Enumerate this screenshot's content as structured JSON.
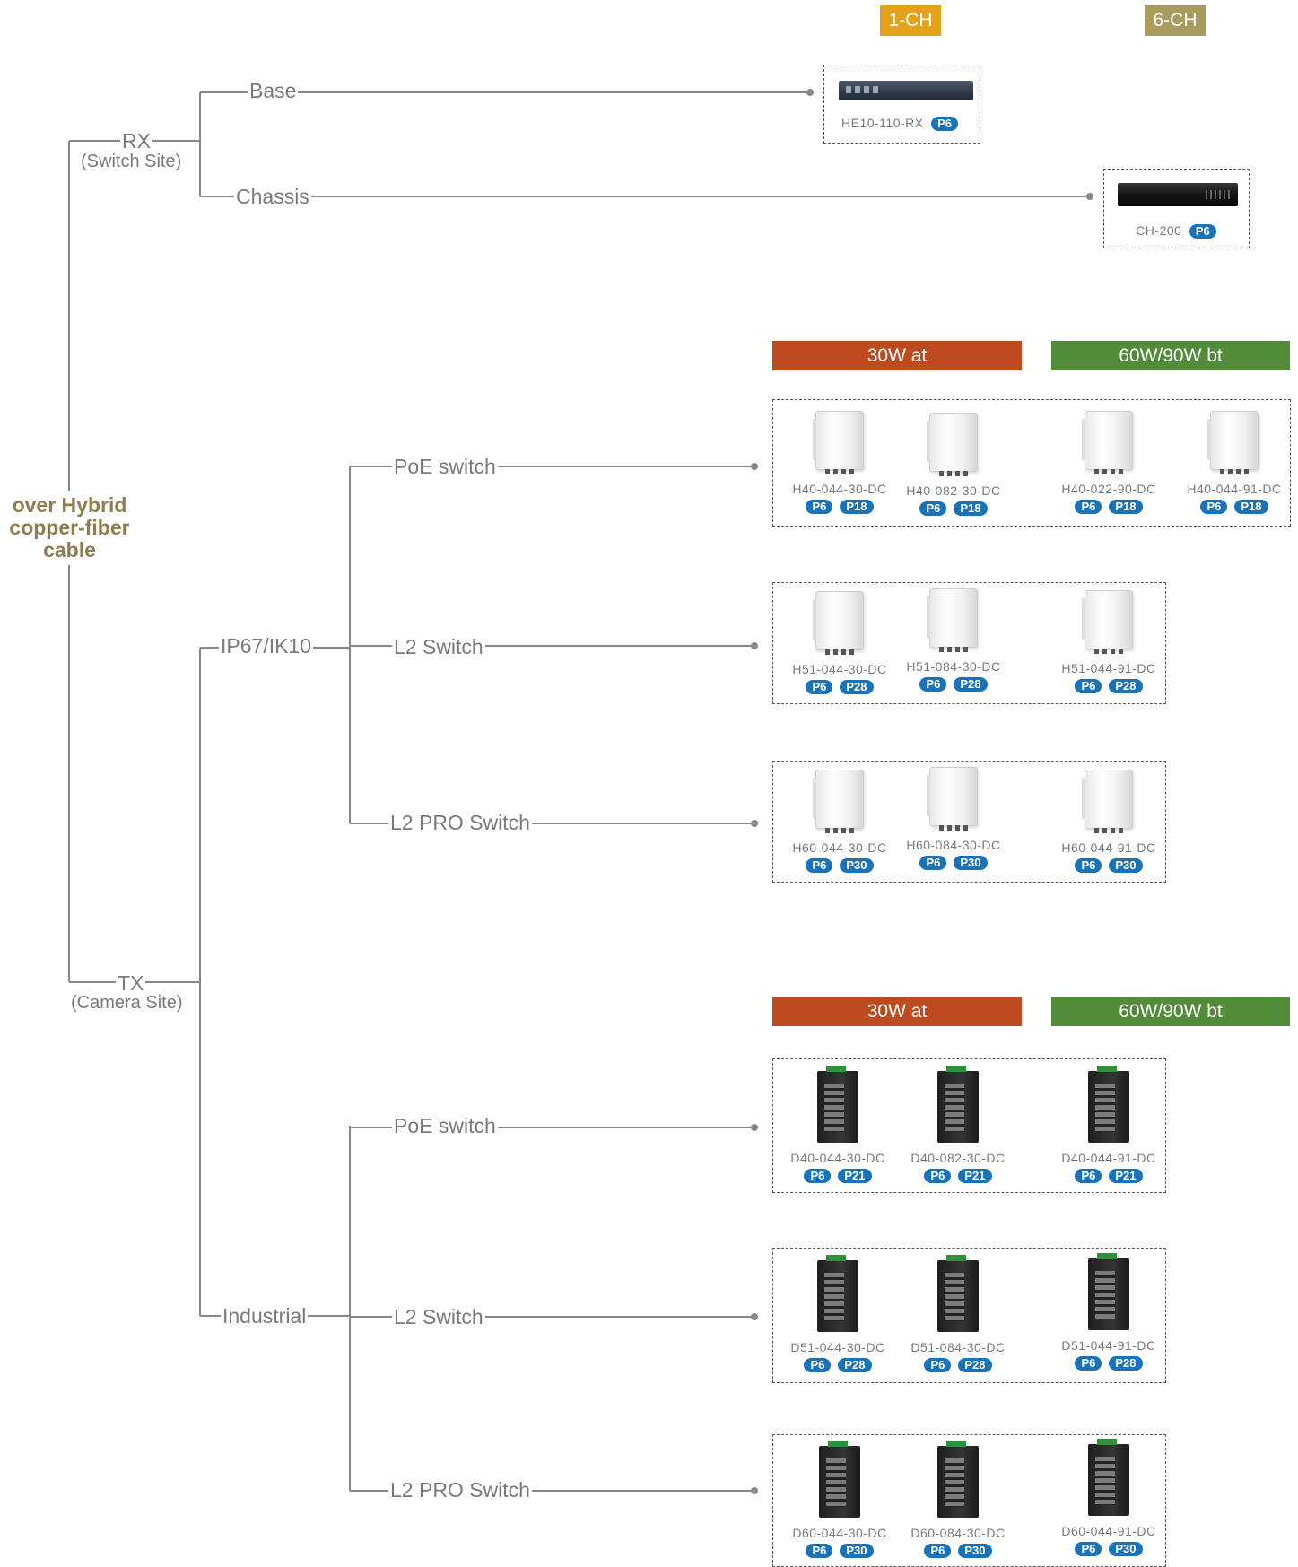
{
  "root_label": "over Hybrid copper-fiber cable",
  "rx": {
    "label": "RX",
    "sub": "(Switch Site)",
    "base": "Base",
    "chassis": "Chassis"
  },
  "tx": {
    "label": "TX",
    "sub": "(Camera Site)",
    "ip67": "IP67/IK10",
    "industrial": "Industrial"
  },
  "branches": {
    "poe": "PoE switch",
    "l2": "L2 Switch",
    "l2pro": "L2 PRO Switch"
  },
  "headers": {
    "ch1": "1-CH",
    "ch6": "6-CH",
    "at": "30W at",
    "bt": "60W/90W bt"
  },
  "colors": {
    "ch1": "#e3a21a",
    "ch6": "#a99a5d",
    "at": "#bd4b1f",
    "bt": "#528b3a",
    "tag": "#1a73b8",
    "line": "#888888",
    "root": "#8f7d4e"
  },
  "rx_products": {
    "base": {
      "name": "HE10-110-RX",
      "tags": [
        "P6"
      ]
    },
    "chassis": {
      "name": "CH-200",
      "tags": [
        "P6"
      ]
    }
  },
  "ip67_products": {
    "poe": [
      {
        "name": "H40-044-30-DC",
        "tags": [
          "P6",
          "P18"
        ]
      },
      {
        "name": "H40-082-30-DC",
        "tags": [
          "P6",
          "P18"
        ]
      },
      {
        "name": "H40-022-90-DC",
        "tags": [
          "P6",
          "P18"
        ]
      },
      {
        "name": "H40-044-91-DC",
        "tags": [
          "P6",
          "P18"
        ]
      }
    ],
    "l2": [
      {
        "name": "H51-044-30-DC",
        "tags": [
          "P6",
          "P28"
        ]
      },
      {
        "name": "H51-084-30-DC",
        "tags": [
          "P6",
          "P28"
        ]
      },
      {
        "name": "H51-044-91-DC",
        "tags": [
          "P6",
          "P28"
        ]
      }
    ],
    "l2pro": [
      {
        "name": "H60-044-30-DC",
        "tags": [
          "P6",
          "P30"
        ]
      },
      {
        "name": "H60-084-30-DC",
        "tags": [
          "P6",
          "P30"
        ]
      },
      {
        "name": "H60-044-91-DC",
        "tags": [
          "P6",
          "P30"
        ]
      }
    ]
  },
  "industrial_products": {
    "poe": [
      {
        "name": "D40-044-30-DC",
        "tags": [
          "P6",
          "P21"
        ]
      },
      {
        "name": "D40-082-30-DC",
        "tags": [
          "P6",
          "P21"
        ]
      },
      {
        "name": "D40-044-91-DC",
        "tags": [
          "P6",
          "P21"
        ]
      }
    ],
    "l2": [
      {
        "name": "D51-044-30-DC",
        "tags": [
          "P6",
          "P28"
        ]
      },
      {
        "name": "D51-084-30-DC",
        "tags": [
          "P6",
          "P28"
        ]
      },
      {
        "name": "D51-044-91-DC",
        "tags": [
          "P6",
          "P28"
        ]
      }
    ],
    "l2pro": [
      {
        "name": "D60-044-30-DC",
        "tags": [
          "P6",
          "P30"
        ]
      },
      {
        "name": "D60-084-30-DC",
        "tags": [
          "P6",
          "P30"
        ]
      },
      {
        "name": "D60-044-91-DC",
        "tags": [
          "P6",
          "P30"
        ]
      }
    ]
  }
}
